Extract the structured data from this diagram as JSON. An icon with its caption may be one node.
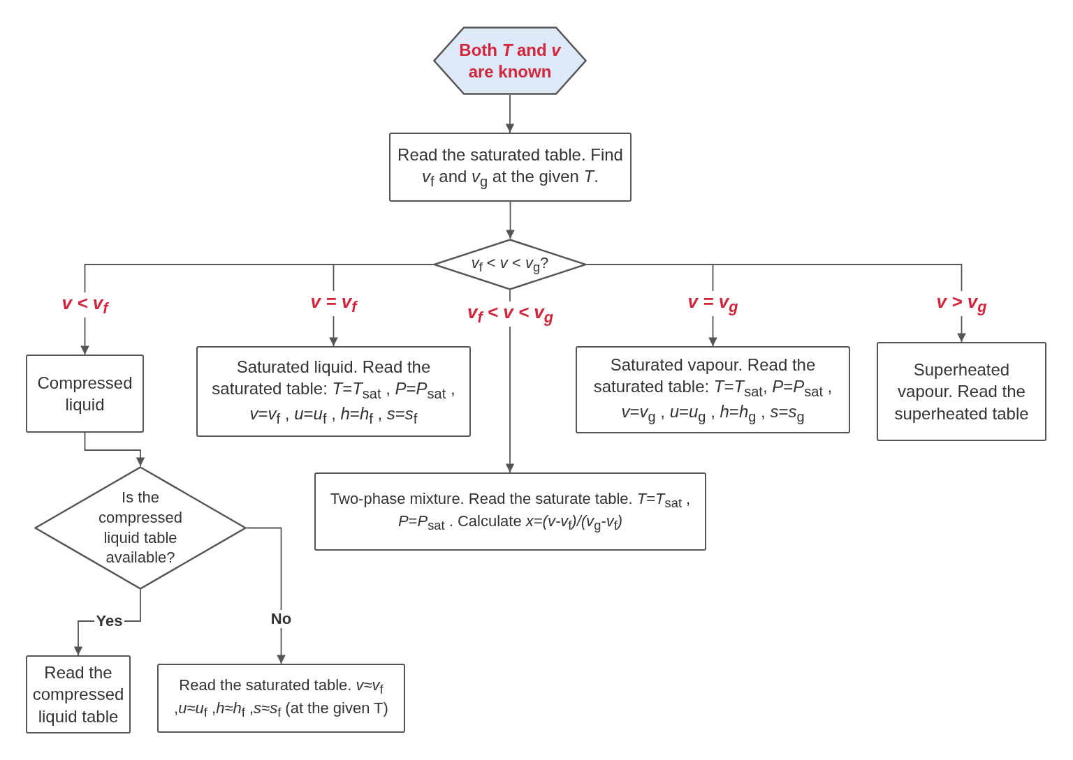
{
  "diagram": {
    "nodes": [
      {
        "text": [
          "Both *T* and *v* are known"
        ]
      },
      {
        "text": [
          "Read the saturated table. Find *v*$_{f}$ and *v*$_{g}$ at the given *T*."
        ]
      },
      {
        "text": [
          "*v*$_{f}$ < *v* < *v*$_{g}$?"
        ]
      },
      {
        "text": [
          "Compressed liquid"
        ]
      },
      {
        "text": [
          "Saturated liquid. Read the saturated table: *T*=*T*$_{sat}$ , *P*=*P*$_{sat}$ , *v*=*v*$_{f}$ , *u*=*u*$_{f}$ , *h*=*h*$_{f}$ , *s*=*s*$_{f}$"
        ]
      },
      {
        "text": [
          "Saturated vapour. Read the saturated table: *T*=*T*$_{sat}$, *P*=*P*$_{sat}$ , *v*=*v*$_{g}$ , *u*=*u*$_{g}$ , *h*=*h*$_{g}$ , *s*=*s*$_{g}$"
        ]
      },
      {
        "text": [
          "Superheated vapour. Read the superheated table"
        ]
      },
      {
        "text": [
          "Is the compressed liquid table available?"
        ]
      },
      {
        "text": [
          "Two-phase mixture. Read the saturate table. *T*=*T*$_{sat}$ , *P*=*P*$_{sat}$ . Calculate *x=(v-v*$_{f}$*)/(v*$_{g}$*-v*$_{f}$*)*"
        ]
      },
      {
        "text": [
          "Read the compressed liquid table"
        ]
      },
      {
        "text": [
          "Read the saturated table. *v*≈*v*$_{f}$ ,*u*≈*u*$_{f}$ ,*h*≈*h*$_{f}$ ,*s*≈*s*$_{f}$ (at the given T)"
        ]
      }
    ],
    "edges": [
      {
        "from": 0,
        "to": 1,
        "arrow": "to"
      },
      {
        "from": 1,
        "to": 2,
        "arrow": "to"
      },
      {
        "from": 2,
        "to": 3,
        "arrow": "to",
        "label": "v < v$_{f}$"
      },
      {
        "from": 2,
        "to": 4,
        "arrow": "to",
        "label": "v = v$_{f}$"
      },
      {
        "from": 2,
        "to": 8,
        "arrow": "to",
        "label": "v$_{f}$ < v < v$_{g}$"
      },
      {
        "from": 2,
        "to": 5,
        "arrow": "to",
        "label": "v = v$_{g}$"
      },
      {
        "from": 2,
        "to": 6,
        "arrow": "to",
        "label": "v > v$_{g}$"
      },
      {
        "from": 3,
        "to": 7,
        "arrow": "to"
      },
      {
        "from": 7,
        "to": 9,
        "arrow": "to",
        "label": "Yes"
      },
      {
        "from": 7,
        "to": 10,
        "arrow": "to",
        "label": "No"
      }
    ]
  }
}
